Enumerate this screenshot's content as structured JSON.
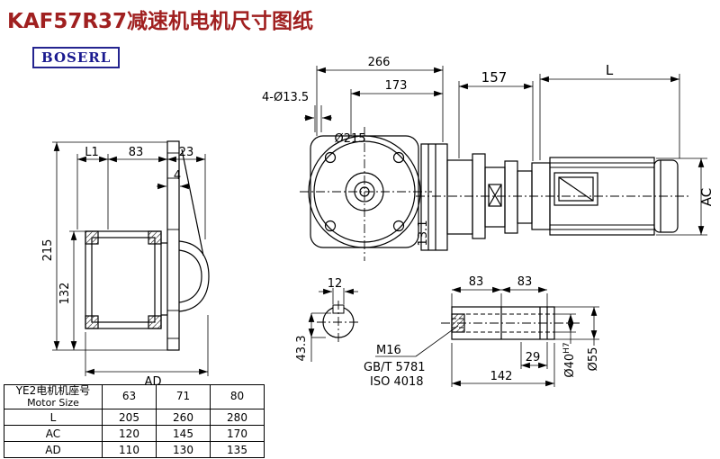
{
  "page": {
    "title": "KAF57R37减速机电机尺寸图纸",
    "logo_text": "BOSERL"
  },
  "dims": {
    "side_view": {
      "l1": "L1",
      "d83": "83",
      "d23": "23",
      "d4": "4",
      "d215": "215",
      "d132": "132",
      "ad": "AD"
    },
    "front_view": {
      "d266": "266",
      "d173": "173",
      "holes": "4-Ø13.5",
      "d_215": "Ø215",
      "d131": "13.1"
    },
    "motor_view": {
      "d157": "157",
      "l": "L",
      "ac": "AC"
    },
    "bore_section": {
      "d12": "12",
      "d433": "43.3"
    },
    "shaft_detail": {
      "d83a": "83",
      "d83b": "83",
      "m16": "M16",
      "gbt": "GB/T 5781",
      "iso": "ISO 4018",
      "d29": "29",
      "d142": "142",
      "d40": "Ø40",
      "d40tol": "H7",
      "d55": "Ø55"
    }
  },
  "table": {
    "header_cn": "YE2电机机座号",
    "header_en": "Motor Size",
    "sizes": [
      "63",
      "71",
      "80"
    ],
    "rows": [
      {
        "label": "L",
        "values": [
          "205",
          "260",
          "280"
        ]
      },
      {
        "label": "AC",
        "values": [
          "120",
          "145",
          "170"
        ]
      },
      {
        "label": "AD",
        "values": [
          "110",
          "130",
          "135"
        ]
      }
    ]
  }
}
